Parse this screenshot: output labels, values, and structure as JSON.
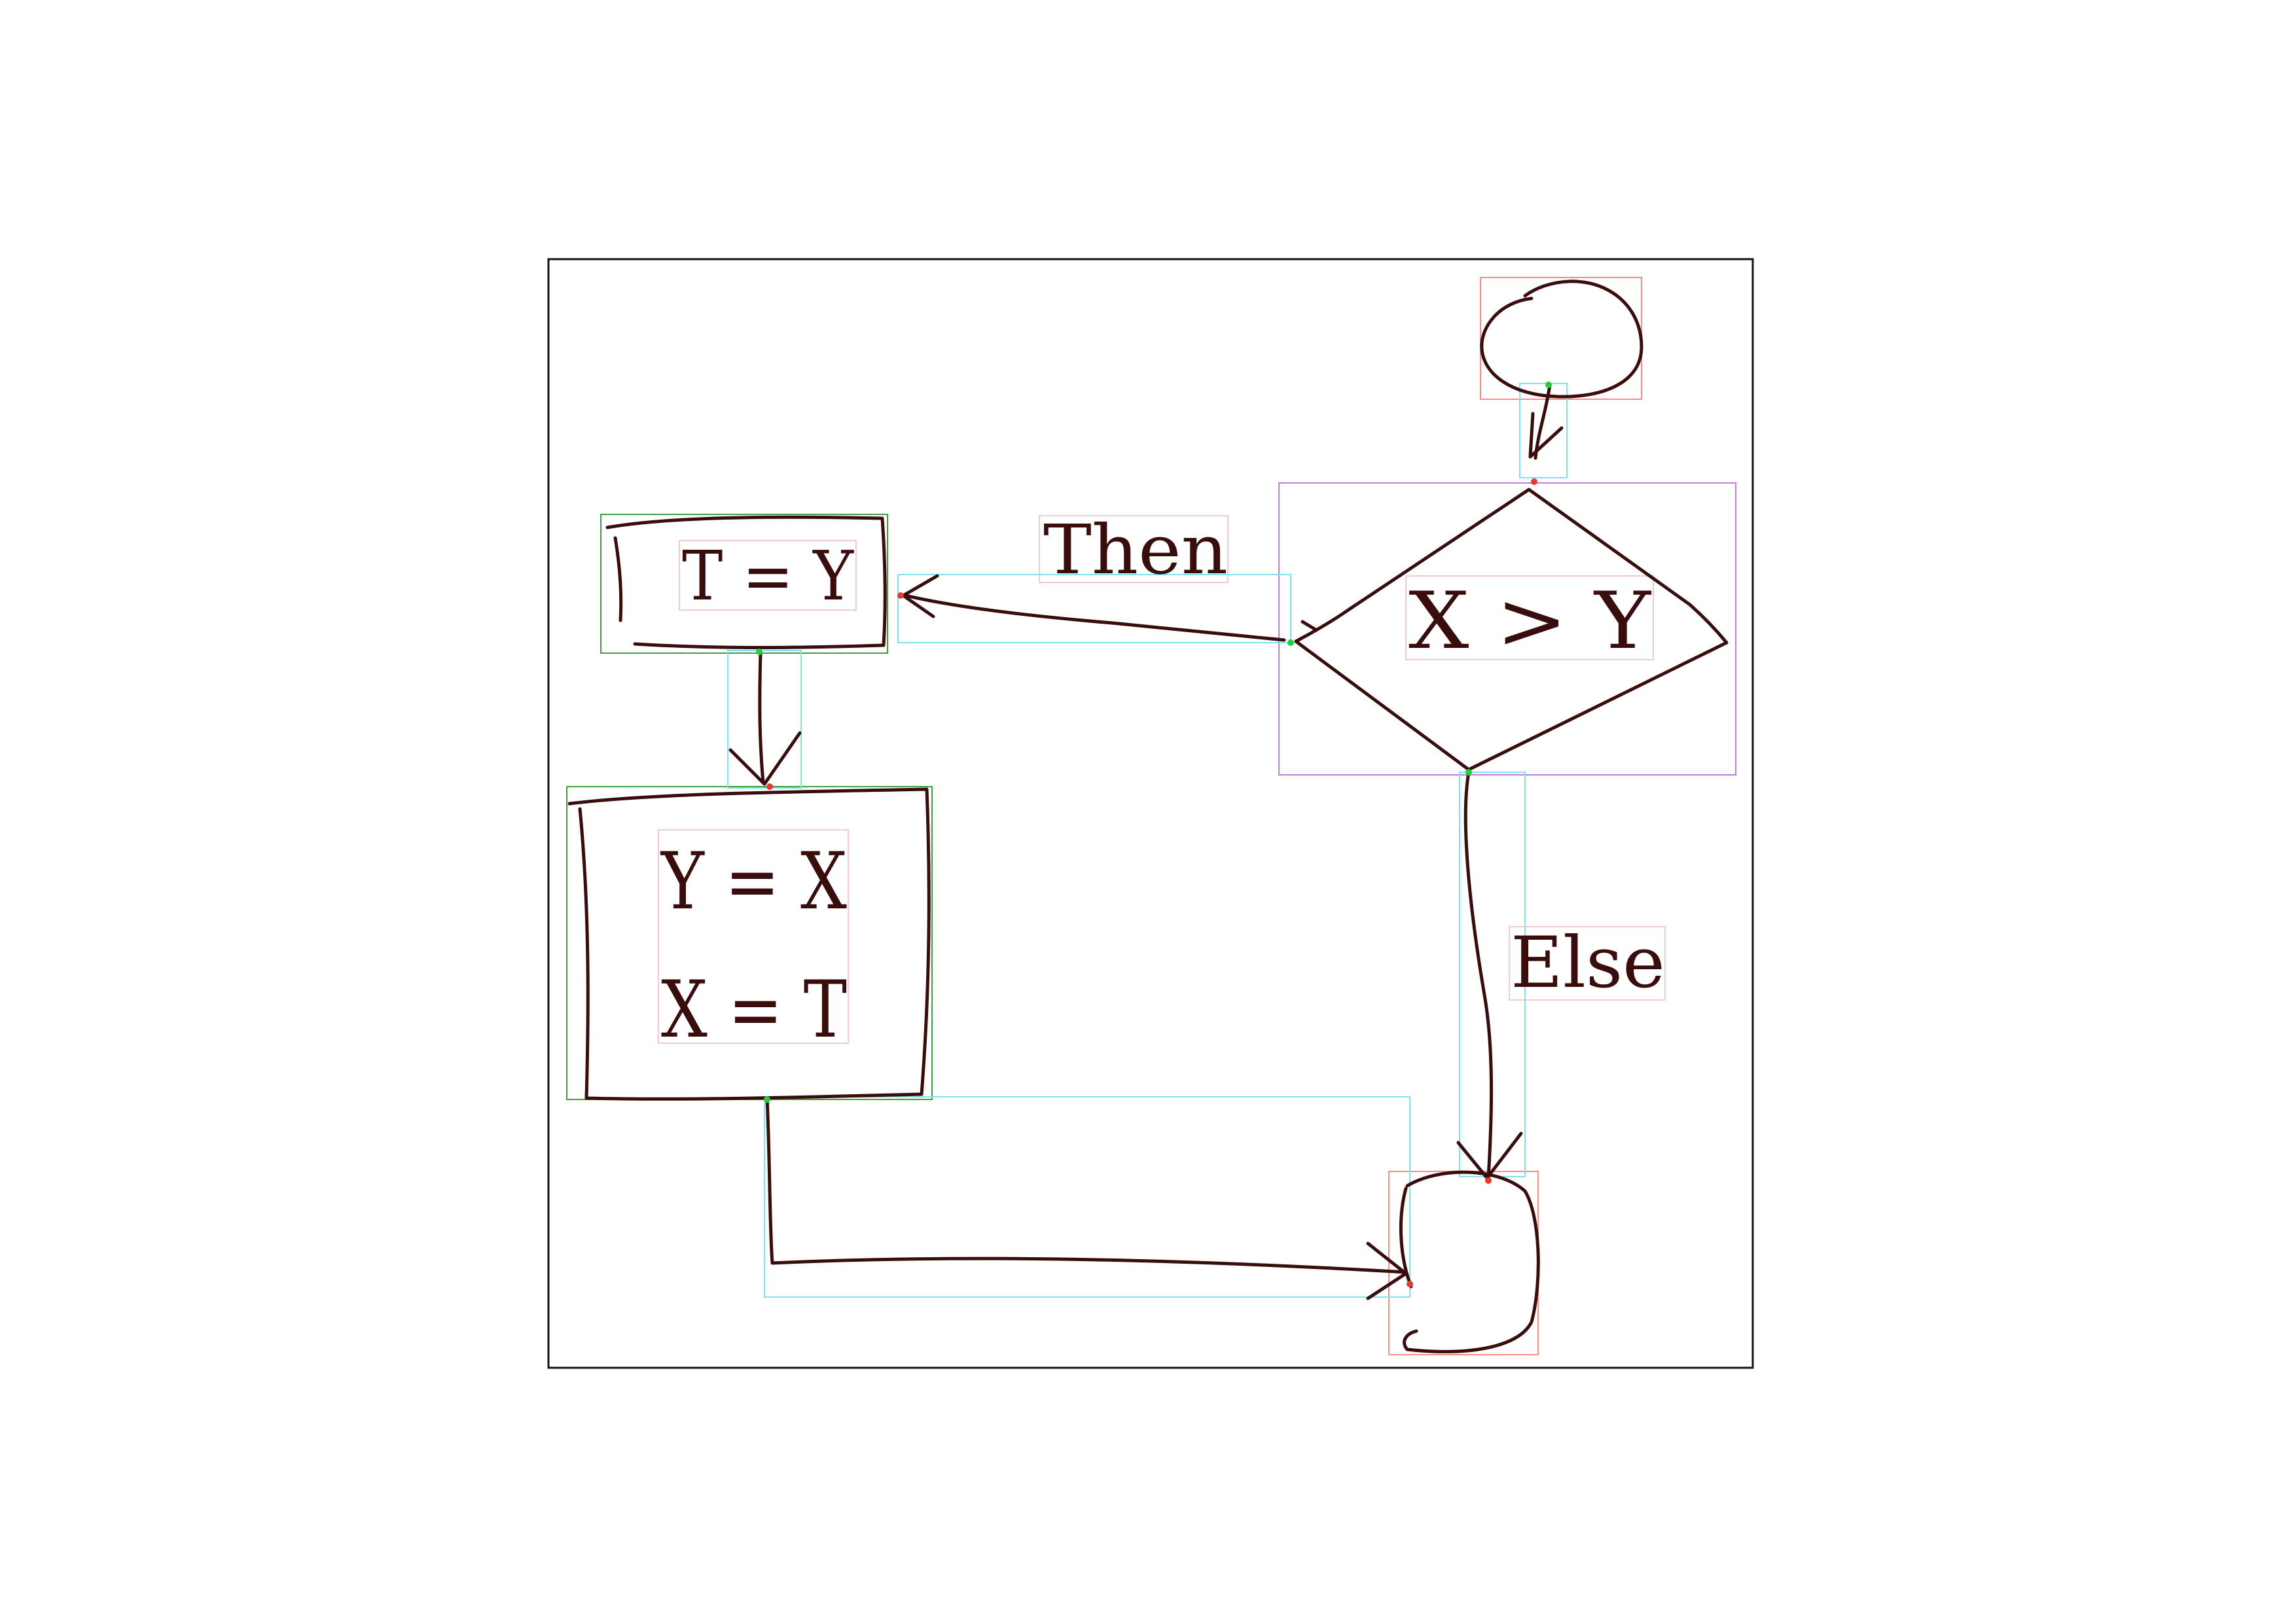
{
  "diagram": {
    "condition_label": "X > Y",
    "assign_temp_label": "T = Y",
    "swap_line_1": "Y = X",
    "swap_line_2": "X = T",
    "then_label": "Then",
    "else_label": "Else"
  },
  "colors": {
    "ink": "#3a0d0d",
    "frame": "#111111",
    "bbox_red": "#ff8a8a",
    "bbox_cyan": "#7fe3f0",
    "bbox_green": "#3fa03f",
    "bbox_magenta": "#c77be0",
    "bbox_pink": "#f2c9cf"
  }
}
